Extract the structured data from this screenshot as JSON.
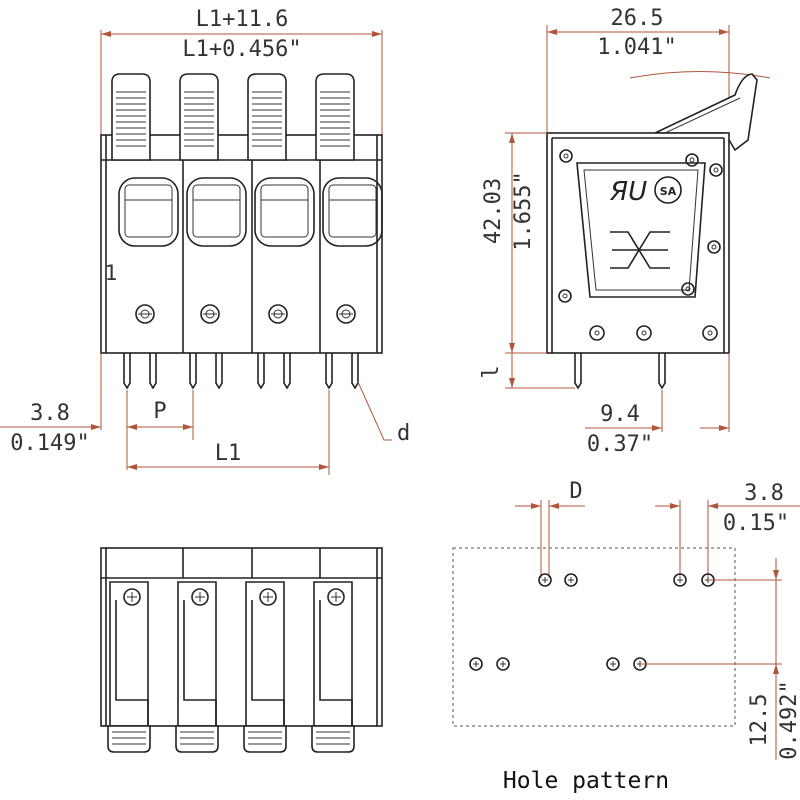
{
  "front_view": {
    "width_mm": "L1+11.6",
    "width_in": "L1+0.456\"",
    "offset_mm": "3.8",
    "offset_in": "0.149\"",
    "pitch_label": "P",
    "length_label": "L1",
    "pin_label": "d",
    "side_marker": "1"
  },
  "side_view": {
    "width_mm": "26.5",
    "width_in": "1.041\"",
    "height_mm": "42.03",
    "height_in": "1.655\"",
    "pin_length_label": "l",
    "pin_offset_mm": "9.4",
    "pin_offset_in": "0.37\""
  },
  "hole_pattern": {
    "title": "Hole pattern",
    "diameter_label": "D",
    "spacing_mm": "3.8",
    "spacing_in": "0.15\"",
    "row_mm": "12.5",
    "row_in": "0.492\""
  }
}
